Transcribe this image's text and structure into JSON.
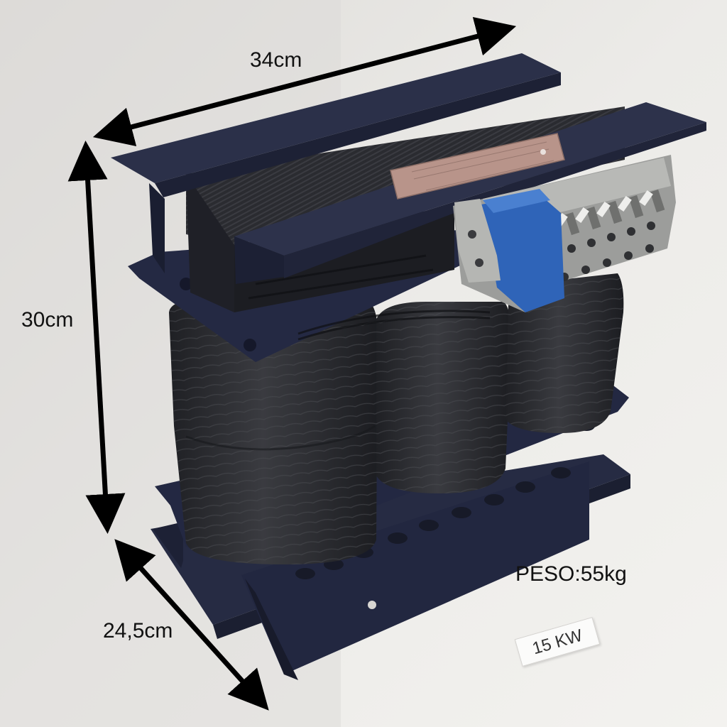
{
  "dimensions": {
    "width": "34cm",
    "height": "30cm",
    "depth": "24,5cm"
  },
  "weight": "PESO:55kg",
  "power_tag": "15 KW",
  "colors": {
    "frame": "#252a40",
    "laminations": "#2b2c31",
    "coil_wrap": "#2e2f33",
    "terminal_blue": "#2f64b8",
    "terminal_grey": "#9c9d9b",
    "nameplate": "#b8948a",
    "background": "#e9e7e4"
  }
}
